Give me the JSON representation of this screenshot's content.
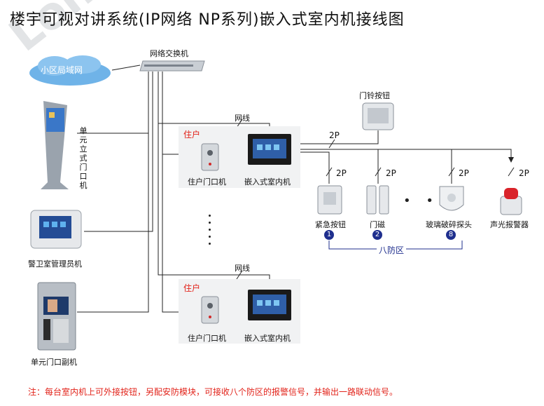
{
  "title": "楼宇可视对讲系统(IP网络 NP系列)嵌入式室内机接线图",
  "watermark": "LonBon",
  "labels": {
    "lan": "小区局域网",
    "switch": "网络交换机",
    "kiosk": "单元立式门口机",
    "guard": "警卫室管理员机",
    "sub_door": "单元门口副机",
    "network_line_top": "网线",
    "network_line_bottom": "网线",
    "household_top": "住户",
    "household_bottom": "住户",
    "door_unit_top": "住户门口机",
    "indoor_top": "嵌入式室内机",
    "door_unit_bottom": "住户门口机",
    "indoor_bottom": "嵌入式室内机",
    "doorbell": "门铃按钮",
    "wire_2p_main": "2P",
    "wire_2p_a": "2P",
    "wire_2p_b": "2P",
    "wire_2p_c": "2P",
    "wire_2p_d": "2P",
    "emergency": "紧急按钮",
    "door_magnet": "门磁",
    "glass_break": "玻璃破碎探头",
    "alarm": "声光报警器",
    "n1": "1",
    "n2": "2",
    "n8": "8",
    "ellipsis": "• • •",
    "zones": "八防区"
  },
  "note": "注：每台室内机上可外接按钮，另配安防模块，可接收八个防区的报警信号，并输出一路联动信号。",
  "colors": {
    "accent_blue": "#1f2f8e",
    "red": "#e2231a",
    "panel": "#f1f2f3"
  }
}
